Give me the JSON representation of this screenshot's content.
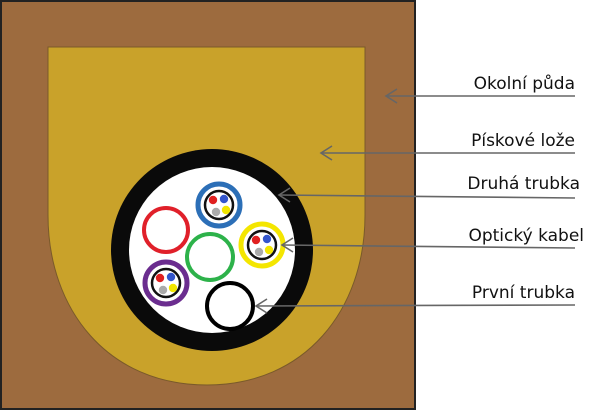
{
  "labels": {
    "soil": "Okolní půda",
    "sand_bed": "Pískové lože",
    "outer_duct": "Druhá trubka",
    "optical_cable": "Optický kabel",
    "inner_duct": "První trubka"
  },
  "colors": {
    "soil": "#9d6b3e",
    "sand": "#c9a22a",
    "outer_duct": "#0a0a0a",
    "duct_interior": "#ffffff",
    "arrow": "#666666",
    "subduct_red": "#e0202a",
    "subduct_green": "#2db24a",
    "subduct_black": "#000000",
    "cable_blue": "#2c6fb7",
    "cable_yellow": "#f4e600",
    "cable_purple": "#6b2d8f",
    "fiber_red": "#e02020",
    "fiber_blue": "#3355cc",
    "fiber_yellow": "#f2e600",
    "fiber_gray": "#aaaaaa"
  }
}
